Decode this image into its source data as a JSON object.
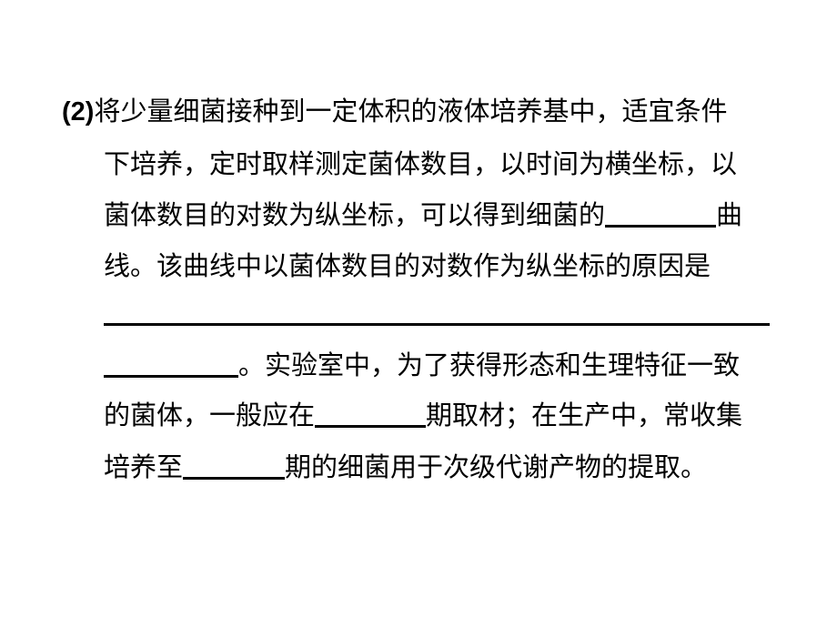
{
  "question": {
    "number": "(2)",
    "lines": [
      "将少量细菌接种到一定体积的液体培养基中，适宜条件",
      "下培养，定时取样测定菌体数目，以时间为横坐标，以",
      "菌体数目的对数为纵坐标，可以得到细菌的",
      "曲",
      "线。该曲线中以菌体数目的对数作为纵坐标的原因是",
      "。实验室中，为了获得形态和生理特征一致",
      "的菌体，一般应在",
      "期取材；在生产中，常收集",
      "培养至",
      "期的细菌用于次级代谢产物的提取。"
    ]
  },
  "blanks": {
    "curve_type": "",
    "reason_line1": "",
    "reason_line2": "",
    "lab_phase": "",
    "production_phase": ""
  }
}
